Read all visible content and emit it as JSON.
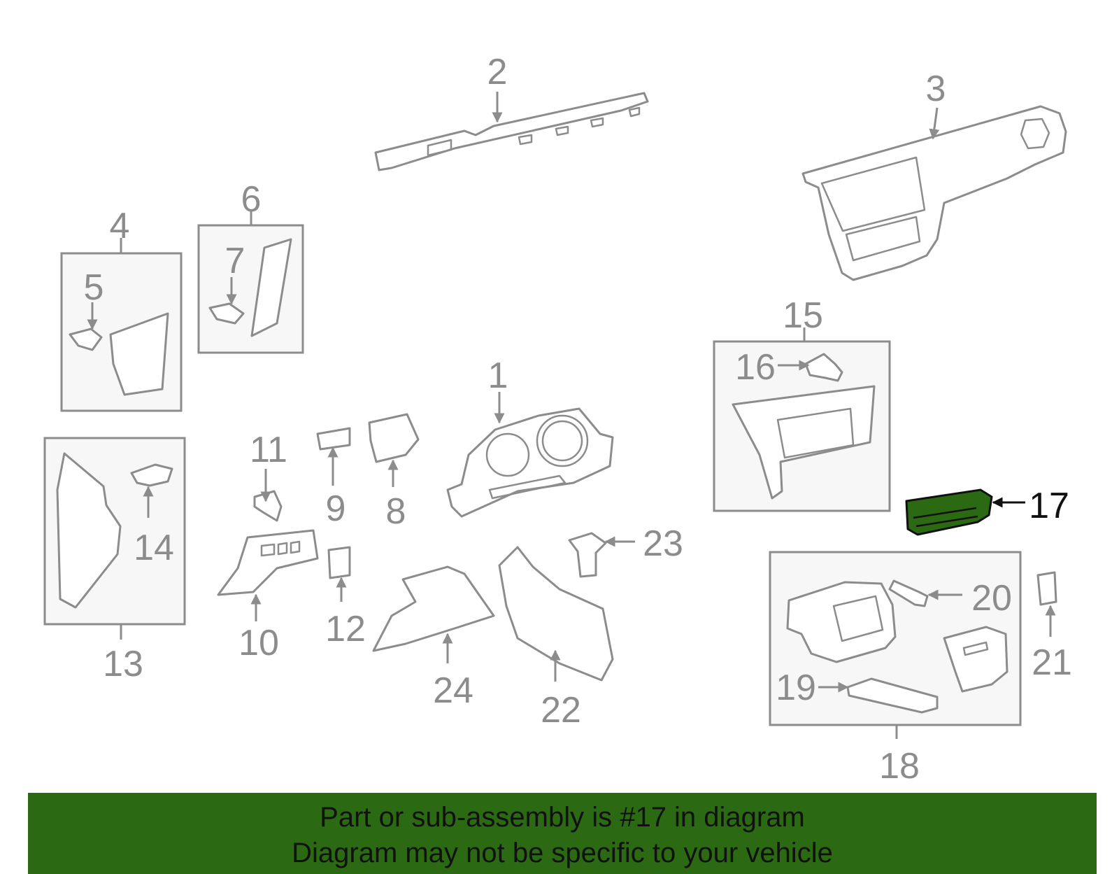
{
  "colors": {
    "highlight": "#2b6a13",
    "banner_bg": "#2b6a13",
    "line_gray": "#8c8c8c",
    "box_fill": "#f7f7f7"
  },
  "labels": {
    "p1": "1",
    "p2": "2",
    "p3": "3",
    "p4": "4",
    "p5": "5",
    "p6": "6",
    "p7": "7",
    "p8": "8",
    "p9": "9",
    "p10": "10",
    "p11": "11",
    "p12": "12",
    "p13": "13",
    "p14": "14",
    "p15": "15",
    "p16": "16",
    "p17": "17",
    "p18": "18",
    "p19": "19",
    "p20": "20",
    "p21": "21",
    "p22": "22",
    "p23": "23",
    "p24": "24"
  },
  "highlighted_part": "17",
  "banner": {
    "line1": "Part or sub-assembly is #17 in diagram",
    "line2": "Diagram may not be specific to your vehicle"
  }
}
